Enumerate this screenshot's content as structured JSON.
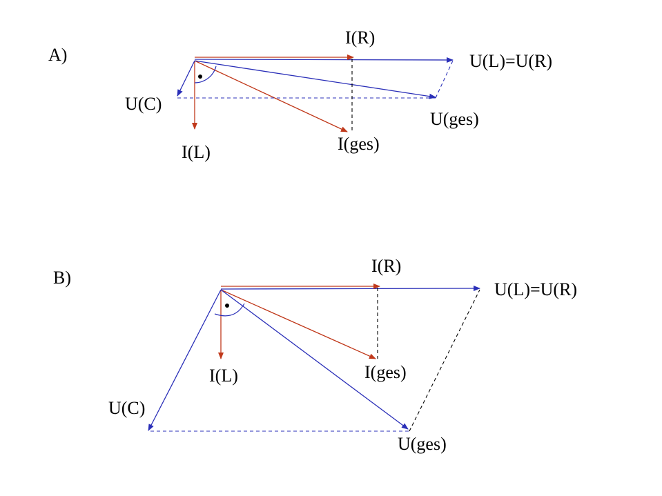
{
  "colors": {
    "current": "#c0391b",
    "voltage": "#2a2fb8",
    "helper": "#2a2fb8",
    "angle": "#2a2fb8",
    "text": "#000000"
  },
  "diagram_a": {
    "title": "A)",
    "labels": {
      "i_r": "I(R)",
      "u_l_u_r": "U(L)=U(R)",
      "u_c": "U(C)",
      "u_ges": "U(ges)",
      "i_ges": "I(ges)",
      "i_l": "I(L)"
    }
  },
  "diagram_b": {
    "title": "B)",
    "labels": {
      "i_r": "I(R)",
      "u_l_u_r": "U(L)=U(R)",
      "u_c": "U(C)",
      "u_ges": "U(ges)",
      "i_ges": "I(ges)",
      "i_l": "I(L)"
    }
  }
}
